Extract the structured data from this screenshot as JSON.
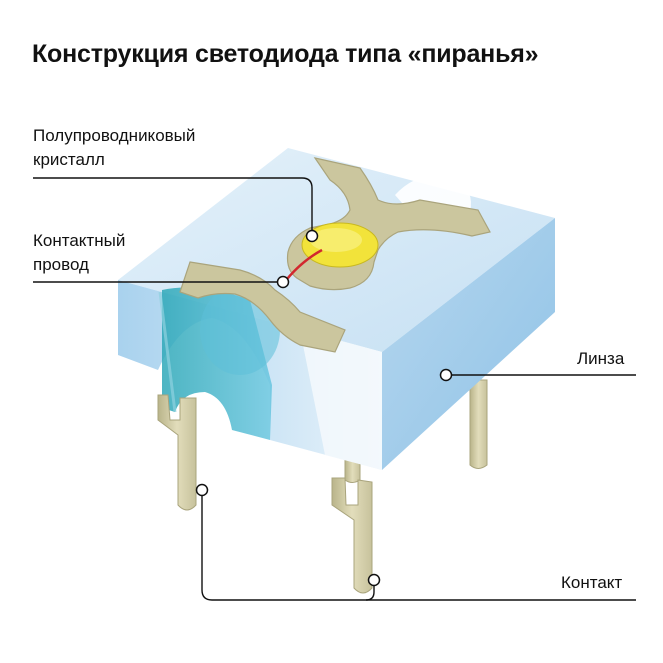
{
  "title": "Конструкция светодиода типа «пиранья»",
  "labels": {
    "crystal": {
      "line1": "Полупроводниковый",
      "line2": "кристалл"
    },
    "wire": {
      "line1": "Контактный",
      "line2": "провод"
    },
    "lens": "Линза",
    "contact": "Контакт"
  },
  "colors": {
    "body_light": "#dcecf8",
    "body_mid": "#b9d8ef",
    "body_dark": "#8fc2e6",
    "frame": "#c9c49a",
    "crystal": "#f2e33a",
    "wire": "#d2282e",
    "lens": "#3fb4c4",
    "leader": "#111111"
  }
}
